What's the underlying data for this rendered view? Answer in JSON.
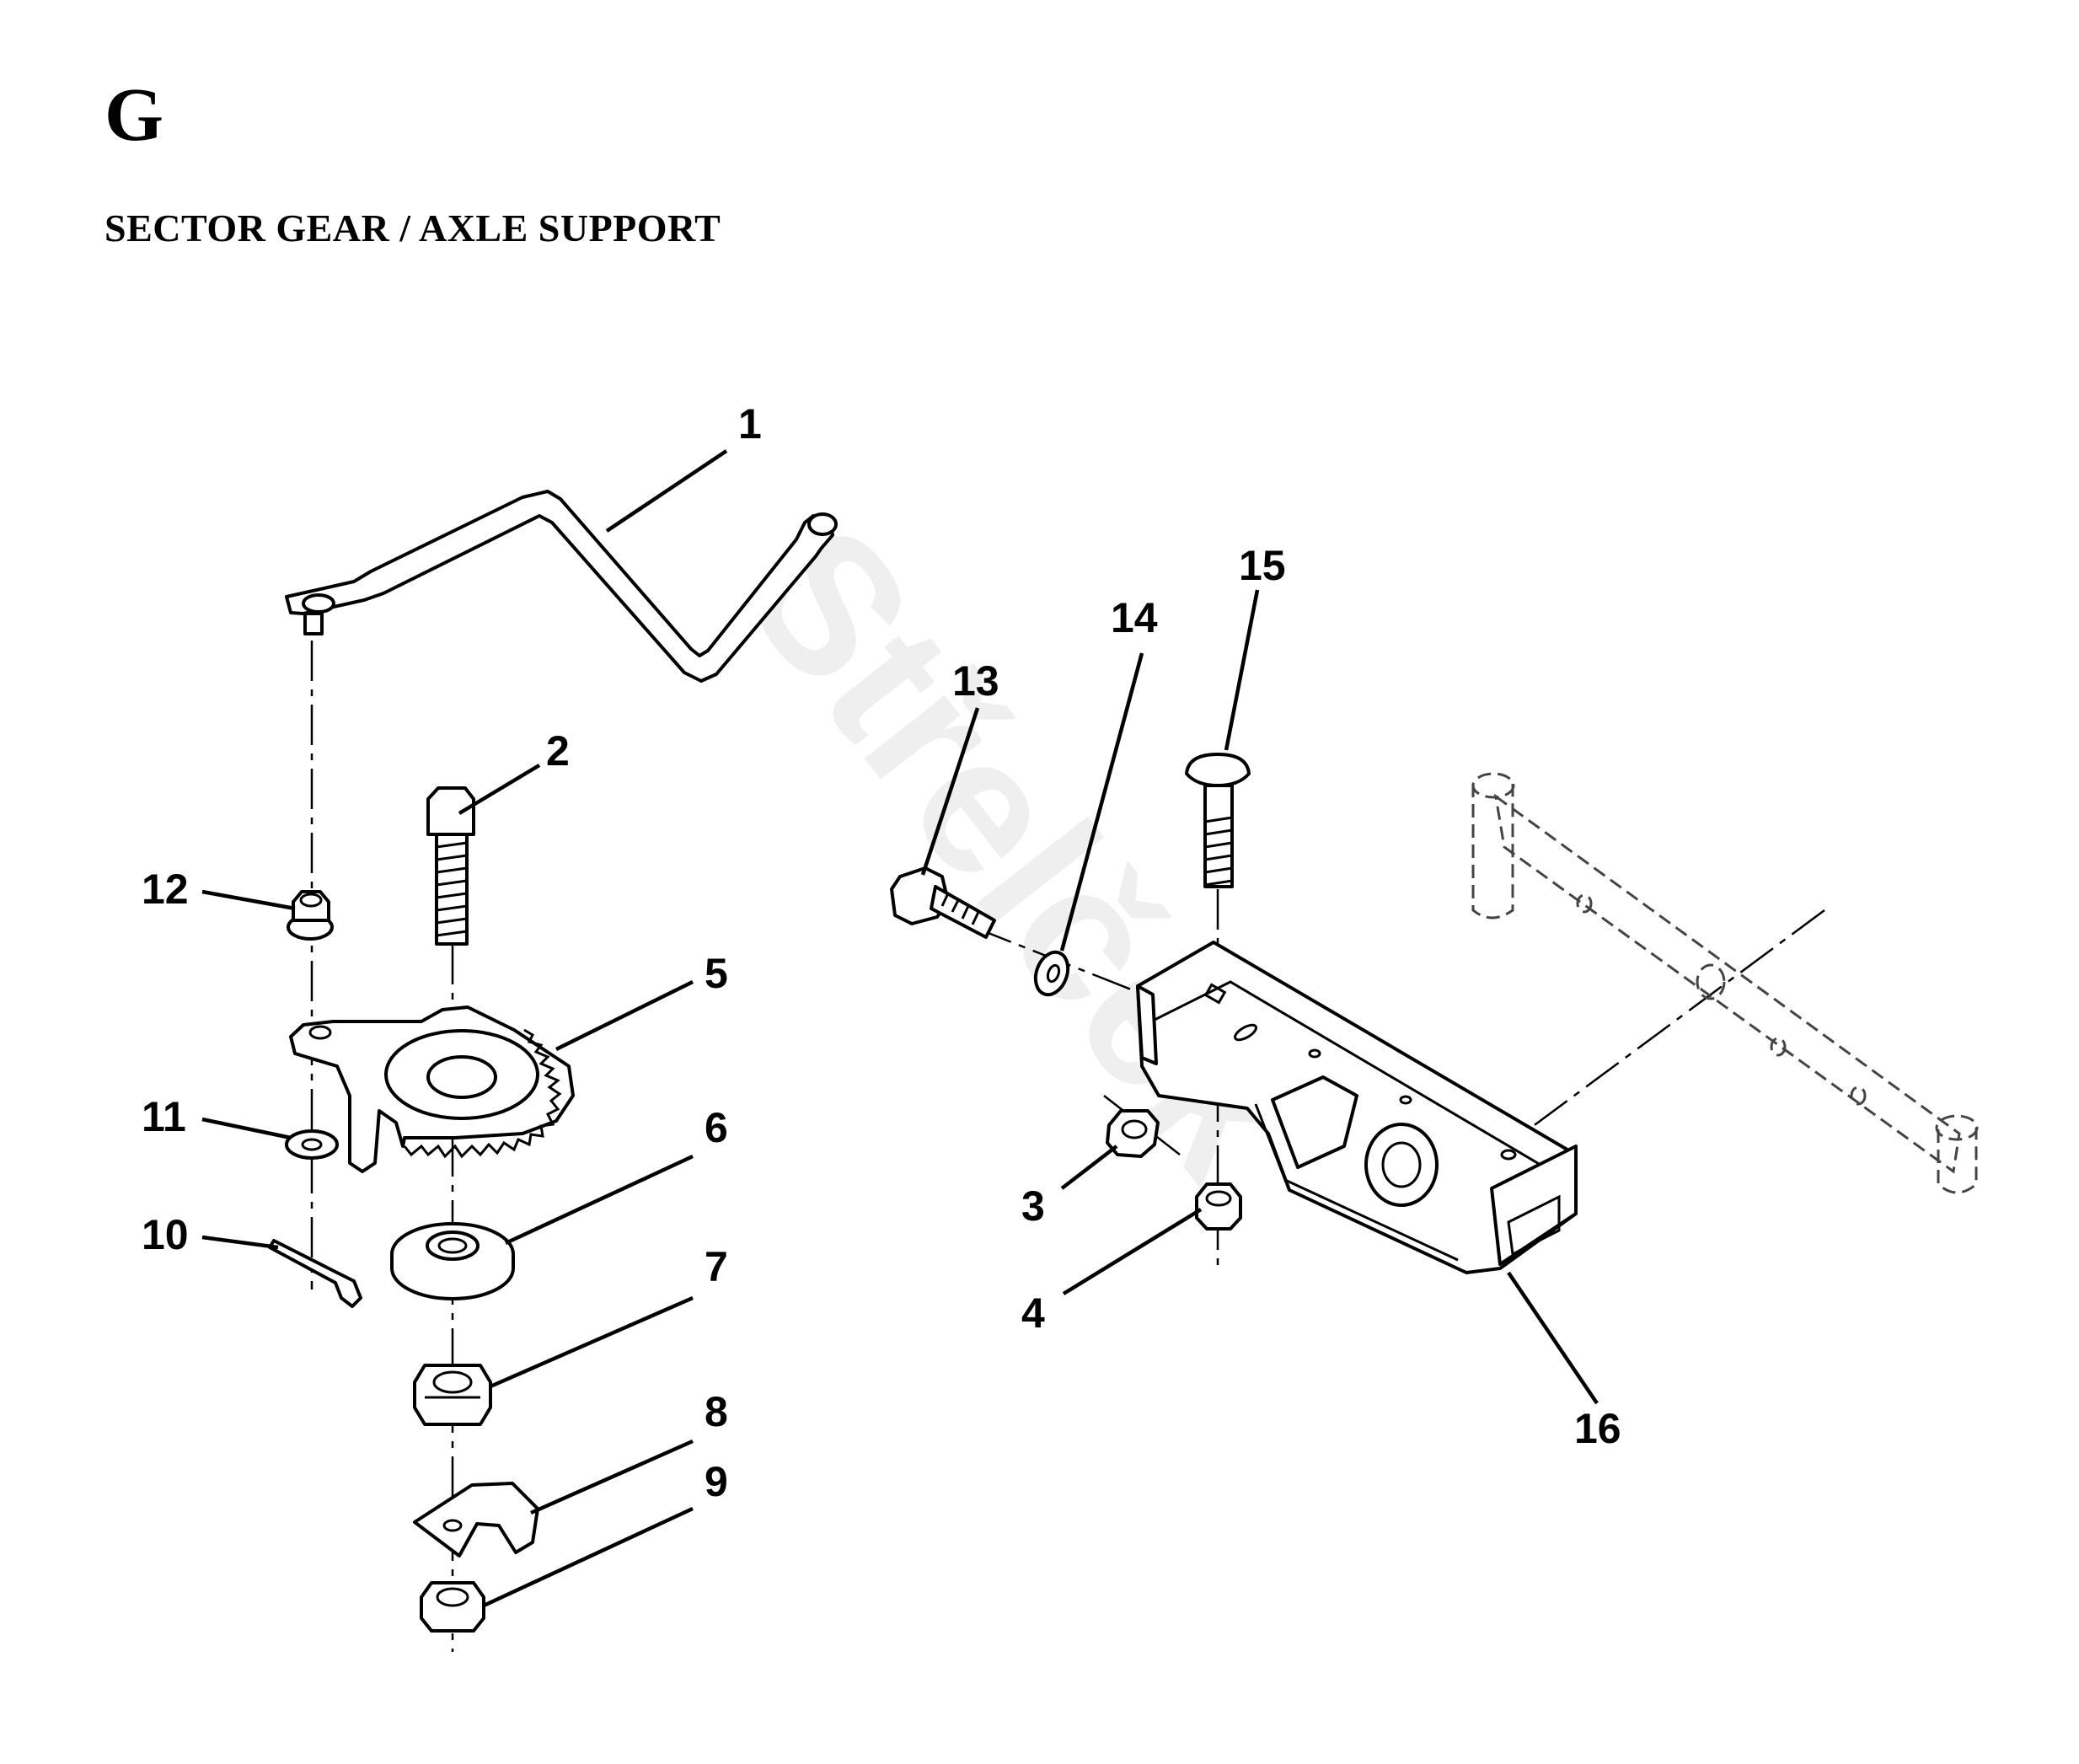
{
  "header": {
    "section_letter": "G",
    "section_title": "SECTOR GEAR / AXLE SUPPORT"
  },
  "watermark": {
    "text": "Střelček"
  },
  "callouts": {
    "c1": "1",
    "c2": "2",
    "c3": "3",
    "c4": "4",
    "c5": "5",
    "c6": "6",
    "c7": "7",
    "c8": "8",
    "c9": "9",
    "c10": "10",
    "c11": "11",
    "c12": "12",
    "c13": "13",
    "c14": "14",
    "c15": "15",
    "c16": "16"
  }
}
